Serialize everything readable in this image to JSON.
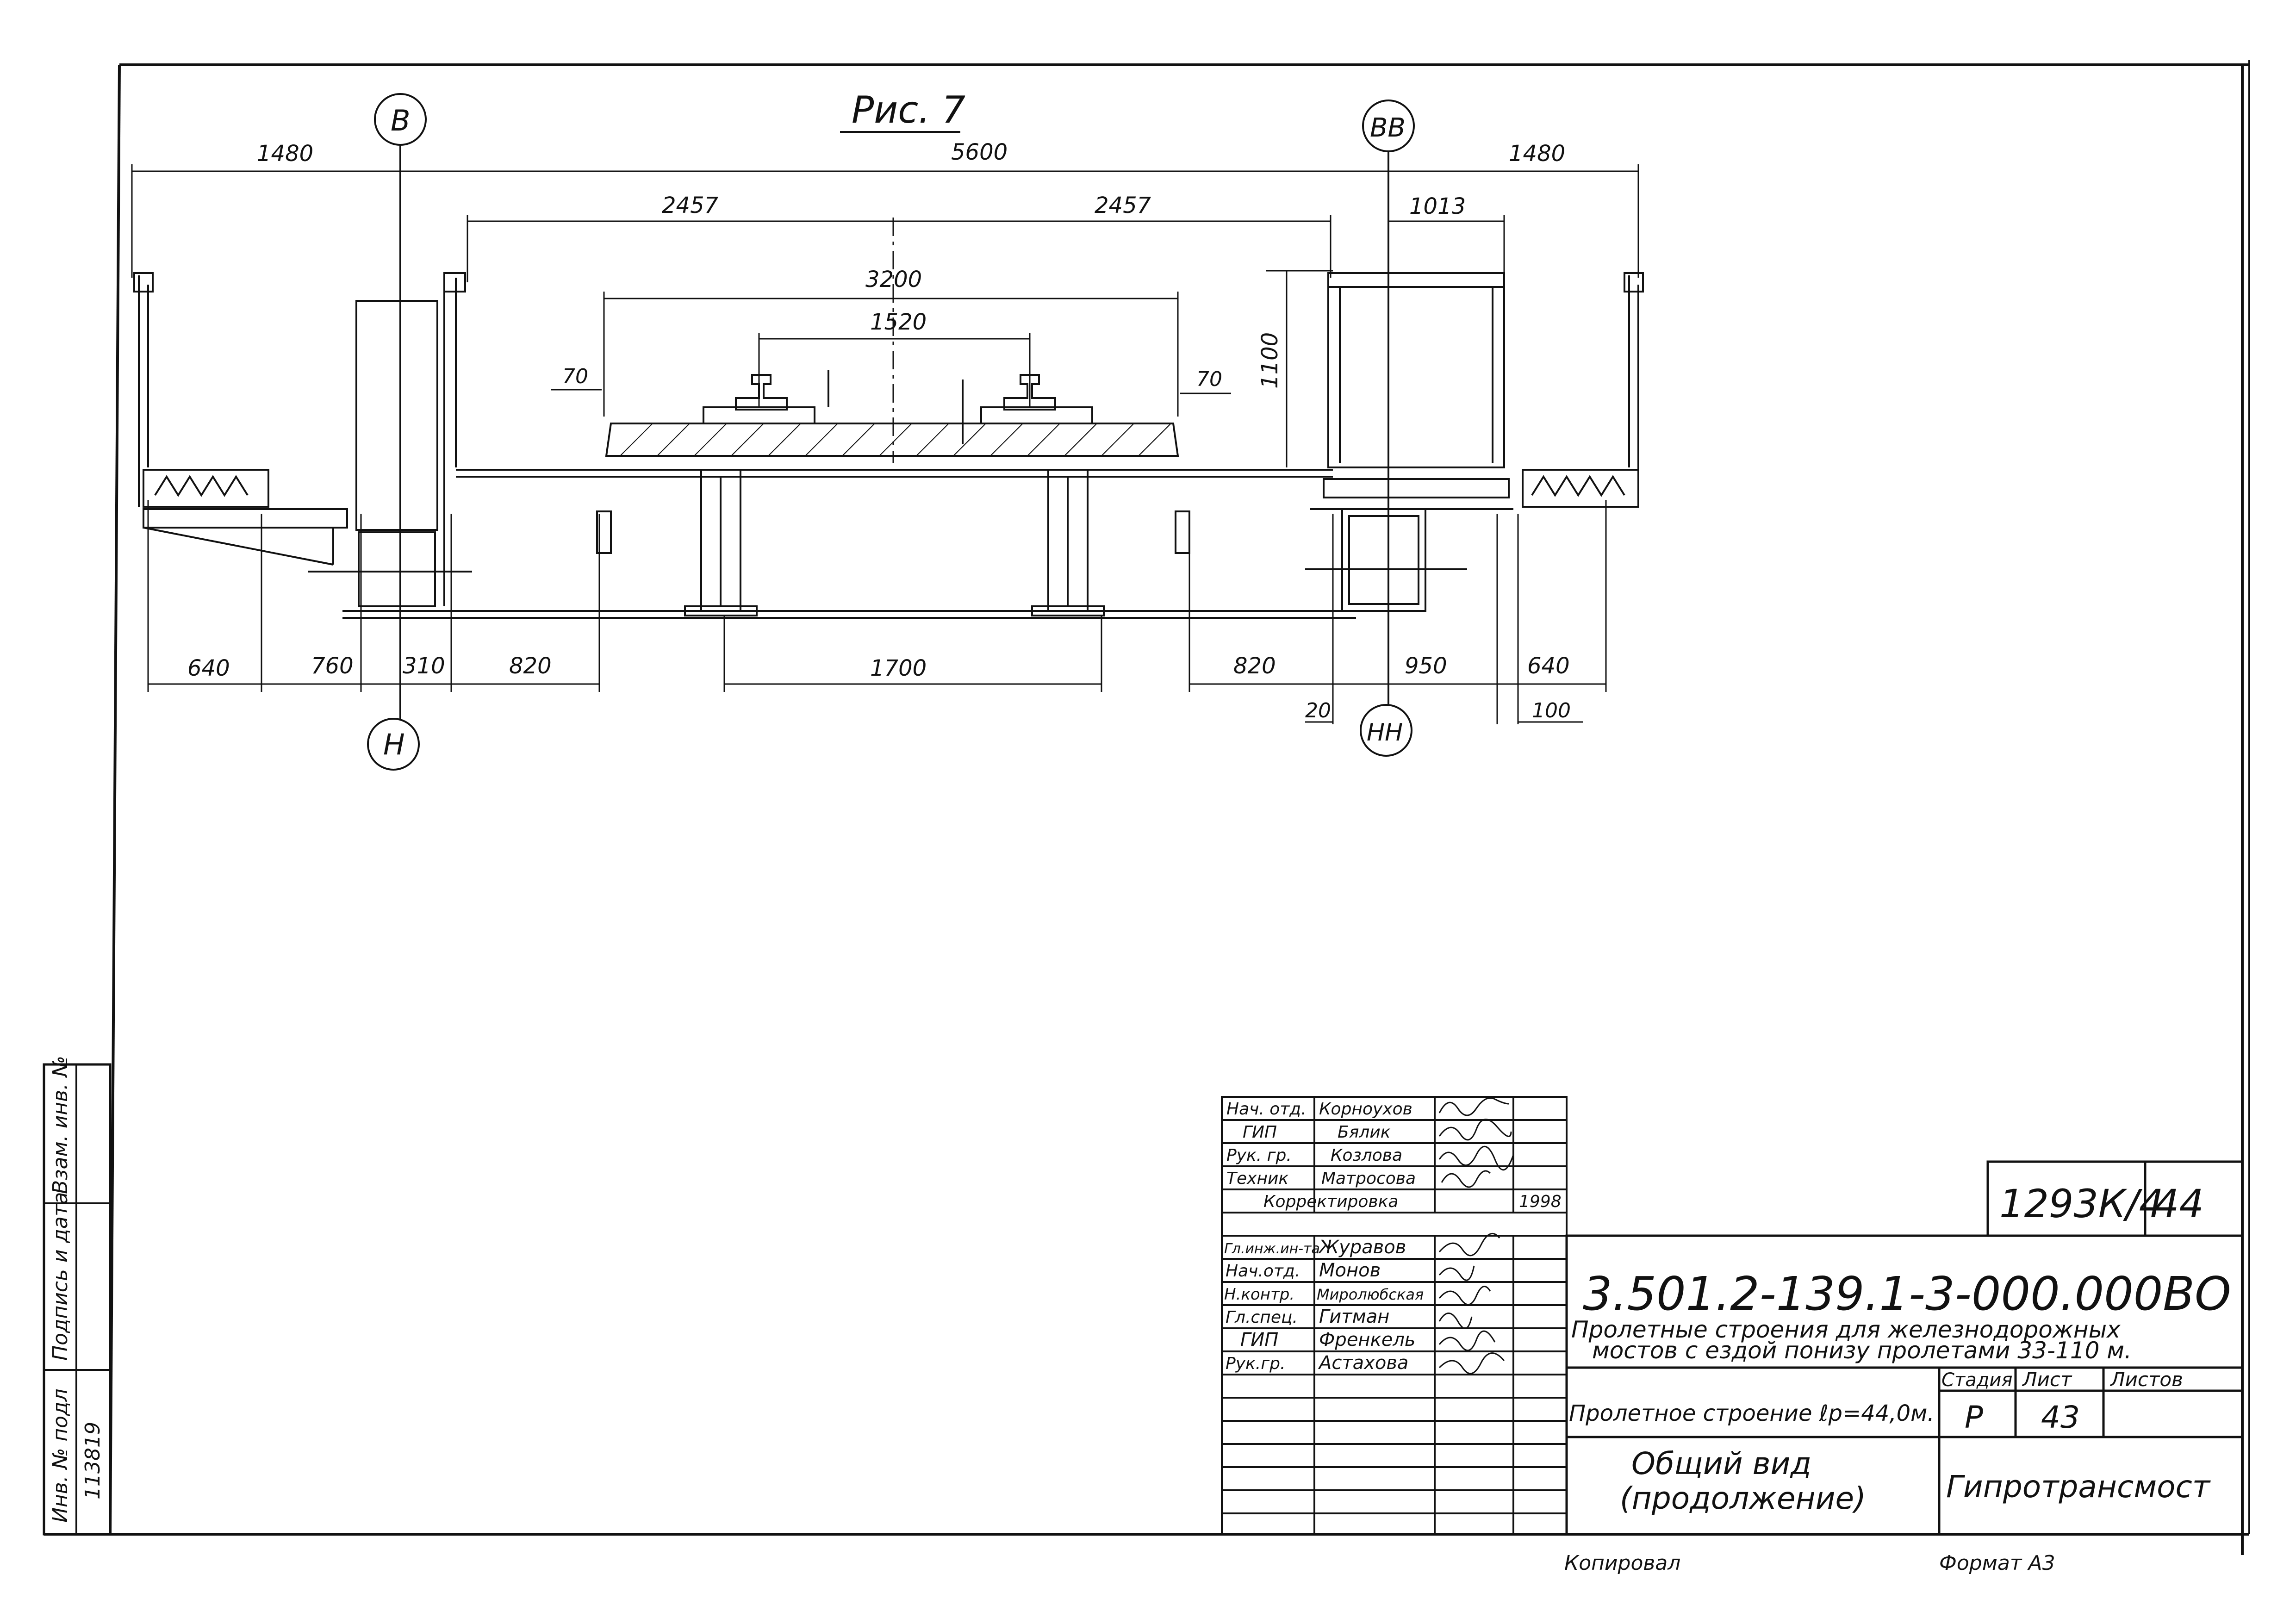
{
  "figure": {
    "title": "Рис. 7",
    "axis_labels": {
      "top_left": "В",
      "top_right": "ВВ",
      "bottom_left": "Н",
      "bottom_right": "НН"
    },
    "top_dims": [
      "1480",
      "5600",
      "1480"
    ],
    "second_dims": [
      "2457",
      "2457",
      "1013"
    ],
    "third_dims": [
      "3200",
      "1520",
      "70",
      "70",
      "1100"
    ],
    "bottom_dims": [
      "640",
      "760",
      "310",
      "820",
      "1700",
      "820",
      "950",
      "640",
      "20",
      "100"
    ]
  },
  "stamp": {
    "sheet_code": "1293К/4",
    "sheet_no": "44",
    "document_code": "3.501.2-139.1-3-000.000ВО",
    "description_1": "Пролетные строения для железнодорожных",
    "description_2": "мостов с ездой понизу пролетами 33-110 м.",
    "object_name": "Пролетное строение ℓp=44,0м.",
    "sheet_title_1": "Общий вид",
    "sheet_title_2": "(продолжение)",
    "organization": "Гипротрансмост",
    "headers": {
      "stage": "Стадия",
      "sheet": "Лист",
      "sheets": "Листов"
    },
    "values": {
      "stage": "Р",
      "sheet": "43",
      "sheets": ""
    },
    "correction_label": "Корректировка",
    "correction_year": "1998",
    "upper_rows": [
      {
        "role": "Нач. отд.",
        "name": "Корноухов"
      },
      {
        "role": "ГИП",
        "name": "Бялик"
      },
      {
        "role": "Рук. гр.",
        "name": "Козлова"
      },
      {
        "role": "Техник",
        "name": "Матросова"
      }
    ],
    "lower_rows": [
      {
        "role": "Гл.инж.ин-та",
        "name": "Журавов"
      },
      {
        "role": "Нач.отд.",
        "name": "Монов"
      },
      {
        "role": "Н.контр.",
        "name": "Миролюбская"
      },
      {
        "role": "Гл.спец.",
        "name": "Гитман"
      },
      {
        "role": "ГИП",
        "name": "Френкель"
      },
      {
        "role": "Рук.гр.",
        "name": "Астахова"
      }
    ]
  },
  "side_stamp": {
    "cell_1": "Взам. инв. №",
    "cell_2": "Подпись и дата",
    "cell_3": "Инв. № подл",
    "inventory_no": "113819"
  },
  "footer": {
    "copied": "Копировал",
    "format": "Формат А3"
  }
}
